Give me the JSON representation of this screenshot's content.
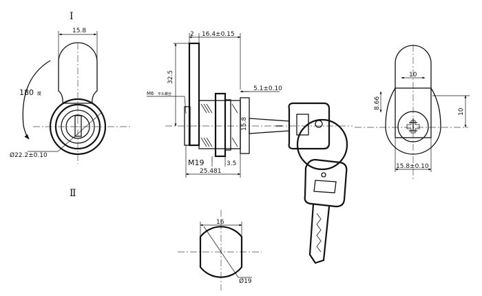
{
  "views": {
    "front": {
      "roman_top": "Ⅰ",
      "roman_bottom": "Ⅱ",
      "dim_width": "15.8",
      "rotation": "180",
      "rotation_unit": "度",
      "dia_body": "Ø22.2±0.10"
    },
    "side": {
      "dim_2": "2",
      "dim_164": "16.4±0.15",
      "dim_325": "32.5",
      "dim_m6": "M6",
      "m6_note": "平头螺丝",
      "dim_51": "5.1±0.10",
      "dim_158v": "15.8",
      "dim_m19": "M19",
      "dim_35": "3.5",
      "dim_25481": "25.481"
    },
    "rear": {
      "dim_10t": "10",
      "dim_866": "8.66",
      "dim_10r": "10",
      "dim_158": "15.8±0.10"
    },
    "cutout": {
      "dim_16": "16",
      "dim_19": "Ø19"
    }
  }
}
